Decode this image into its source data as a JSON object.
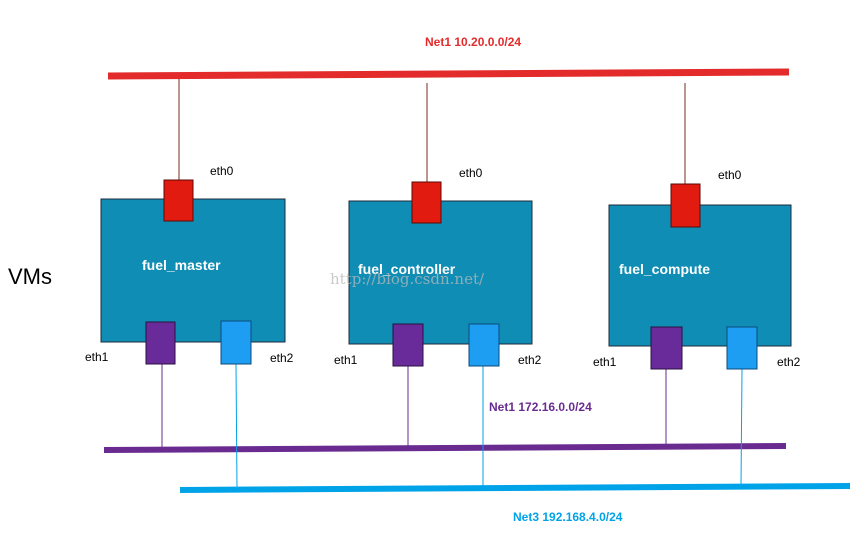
{
  "colors": {
    "net1_top": "#e32b2b",
    "net_purple": "#6a2b91",
    "net_cyan": "#00a3e8",
    "vm_fill": "#0f8db5",
    "vm_stroke": "#1d2b3a",
    "port_red": "#e11b10",
    "port_purple": "#6a2b9a",
    "port_cyan": "#1e9ef2",
    "link_brown": "#7b2b1f"
  },
  "networks": {
    "top": {
      "label": "Net1 10.20.0.0/24"
    },
    "middle": {
      "label": "Net1 172.16.0.0/24"
    },
    "bottom": {
      "label": "Net3 192.168.4.0/24"
    }
  },
  "side_label": "VMs",
  "watermark": "http://blog.csdn.net/",
  "vms": [
    {
      "name": "fuel_master",
      "eth0": "eth0",
      "eth1": "eth1",
      "eth2": "eth2"
    },
    {
      "name": "fuel_controller",
      "eth0": "eth0",
      "eth1": "eth1",
      "eth2": "eth2"
    },
    {
      "name": "fuel_compute",
      "eth0": "eth0",
      "eth1": "eth1",
      "eth2": "eth2"
    }
  ]
}
